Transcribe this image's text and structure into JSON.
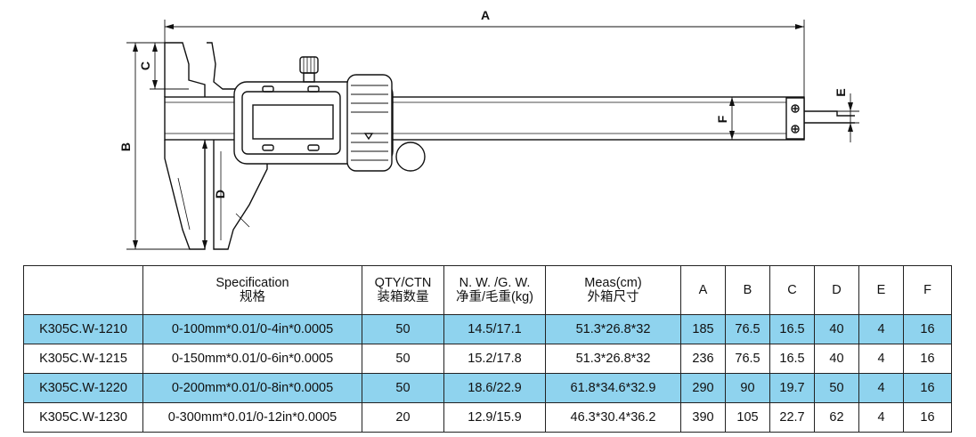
{
  "drawing": {
    "dimension_labels": [
      "A",
      "B",
      "C",
      "D",
      "E",
      "F"
    ]
  },
  "table": {
    "headers": [
      {
        "en": "",
        "zh": ""
      },
      {
        "en": "Specification",
        "zh": "规格"
      },
      {
        "en": "QTY/CTN",
        "zh": "装箱数量"
      },
      {
        "en": "N. W. /G. W.",
        "zh": "净重/毛重(kg)"
      },
      {
        "en": "Meas(cm)",
        "zh": "外箱尺寸"
      },
      {
        "en": "A",
        "zh": ""
      },
      {
        "en": "B",
        "zh": ""
      },
      {
        "en": "C",
        "zh": ""
      },
      {
        "en": "D",
        "zh": ""
      },
      {
        "en": "E",
        "zh": ""
      },
      {
        "en": "F",
        "zh": ""
      }
    ],
    "rows": [
      [
        "K305C.W-1210",
        "0-100mm*0.01/0-4in*0.0005",
        "50",
        "14.5/17.1",
        "51.3*26.8*32",
        "185",
        "76.5",
        "16.5",
        "40",
        "4",
        "16"
      ],
      [
        "K305C.W-1215",
        "0-150mm*0.01/0-6in*0.0005",
        "50",
        "15.2/17.8",
        "51.3*26.8*32",
        "236",
        "76.5",
        "16.5",
        "40",
        "4",
        "16"
      ],
      [
        "K305C.W-1220",
        "0-200mm*0.01/0-8in*0.0005",
        "50",
        "18.6/22.9",
        "61.8*34.6*32.9",
        "290",
        "90",
        "19.7",
        "50",
        "4",
        "16"
      ],
      [
        "K305C.W-1230",
        "0-300mm*0.01/0-12in*0.0005",
        "20",
        "12.9/15.9",
        "46.3*30.4*36.2",
        "390",
        "105",
        "22.7",
        "62",
        "4",
        "16"
      ]
    ],
    "row_shading": [
      "#8fd3ee",
      "#ffffff",
      "#8fd3ee",
      "#ffffff"
    ]
  }
}
